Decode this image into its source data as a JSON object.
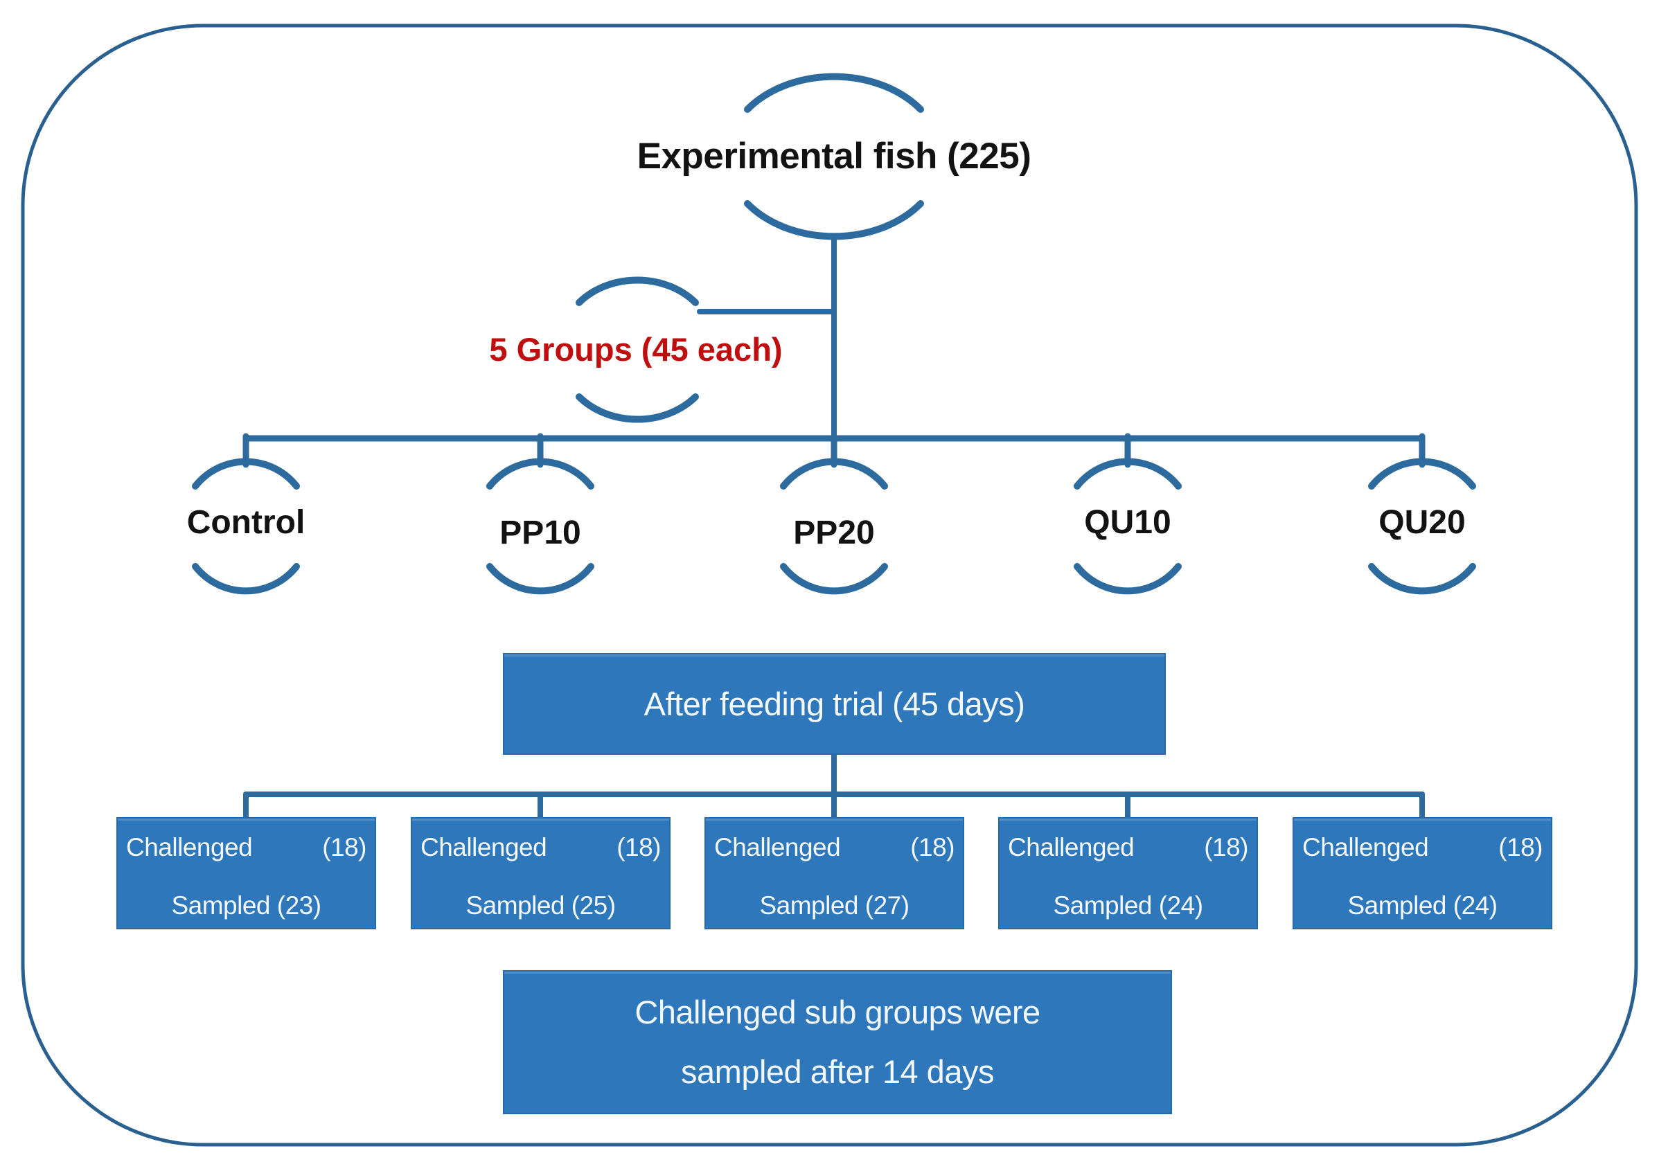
{
  "figure": {
    "title": "Experimental fish (225)",
    "split_label": "5 Groups (45 each)",
    "feeding_trial_box": "After feeding trial (45 days)",
    "note_box": {
      "line1": "Challenged sub groups were",
      "line2": "sampled after 14 days"
    },
    "groups": [
      {
        "name": "Control",
        "challenged": "Challenged",
        "challenged_count": "(18)",
        "sampled": "Sampled (23)"
      },
      {
        "name": "PP10",
        "challenged": "Challenged",
        "challenged_count": "(18)",
        "sampled": "Sampled (25)"
      },
      {
        "name": "PP20",
        "challenged": "Challenged",
        "challenged_count": "(18)",
        "sampled": "Sampled (27)"
      },
      {
        "name": "QU10",
        "challenged": "Challenged",
        "challenged_count": "(18)",
        "sampled": "Sampled (24)"
      },
      {
        "name": "QU20",
        "challenged": "Challenged",
        "challenged_count": "(18)",
        "sampled": "Sampled (24)"
      }
    ],
    "colors": {
      "line_blue": "#2d6a9e",
      "border_blue": "#29608f",
      "box_blue": "#2e77bb",
      "accent_red": "#c00d0d",
      "label_text": "#121212",
      "box_text": "#f2f8fd"
    }
  }
}
